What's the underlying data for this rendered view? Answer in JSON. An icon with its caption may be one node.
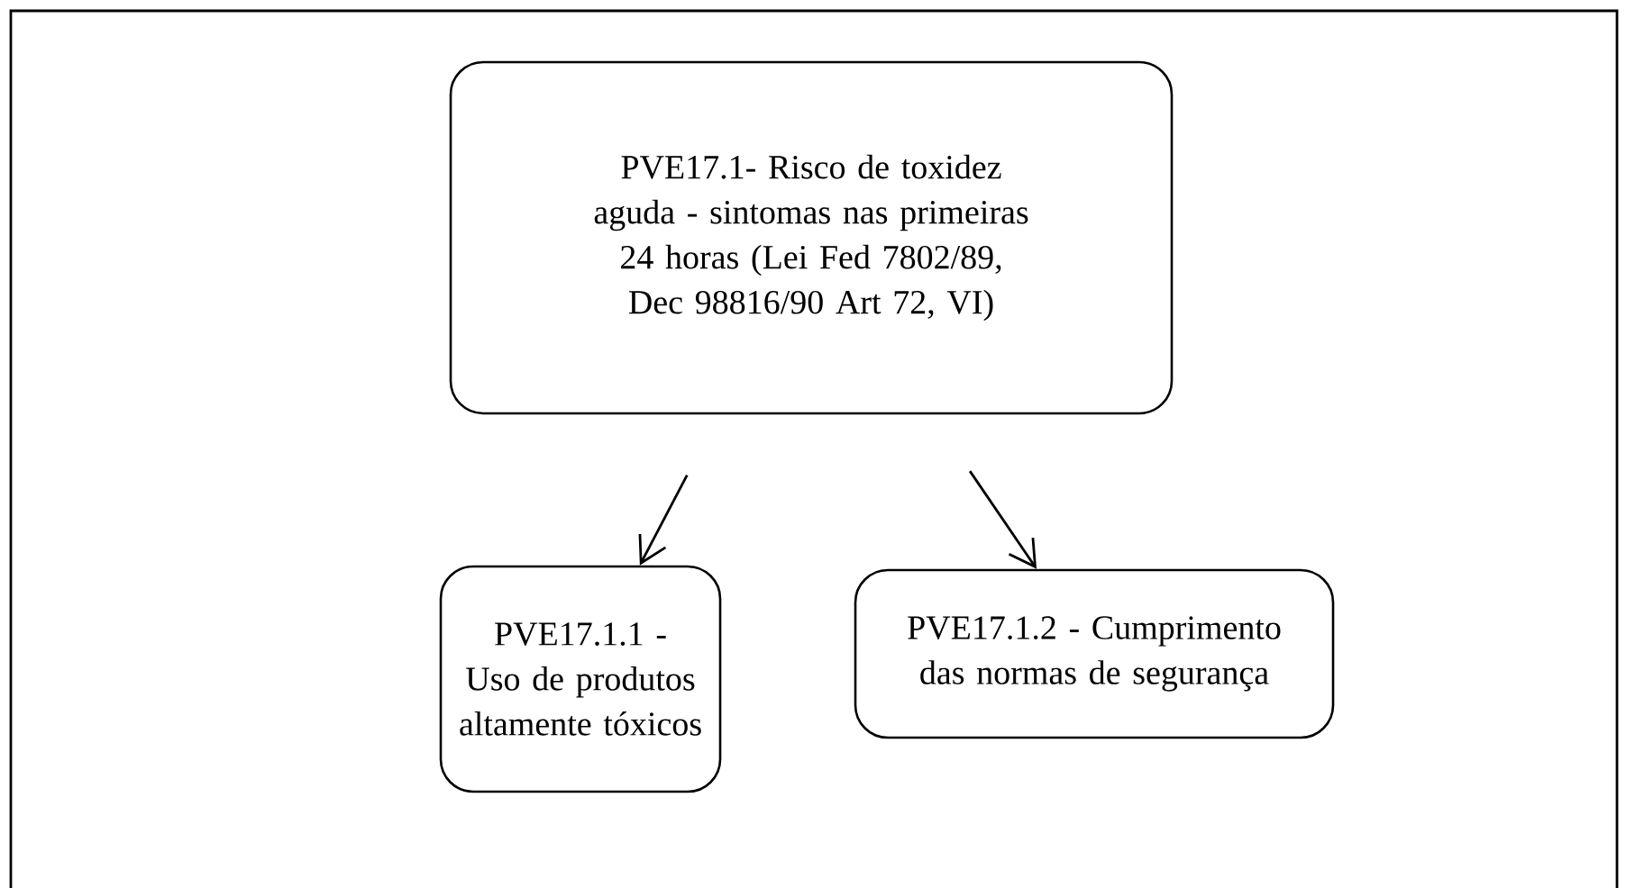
{
  "diagram": {
    "nodes": [
      {
        "text": [
          "PVE17.1- Risco de toxidez aguda - sintomas nas primeiras 24 horas (Lei Fed 7802/89, Dec 98816/90 Art 72, VI)"
        ]
      },
      {
        "text": [
          "PVE17.1.1 - Uso de produtos altamente tóxicos"
        ]
      },
      {
        "text": [
          "PVE17.1.2 - Cumprimento das normas de segurança"
        ]
      }
    ],
    "edges": [
      {
        "from": 0,
        "to": 1,
        "arrow": "to"
      },
      {
        "from": 0,
        "to": 2,
        "arrow": "to"
      }
    ]
  }
}
